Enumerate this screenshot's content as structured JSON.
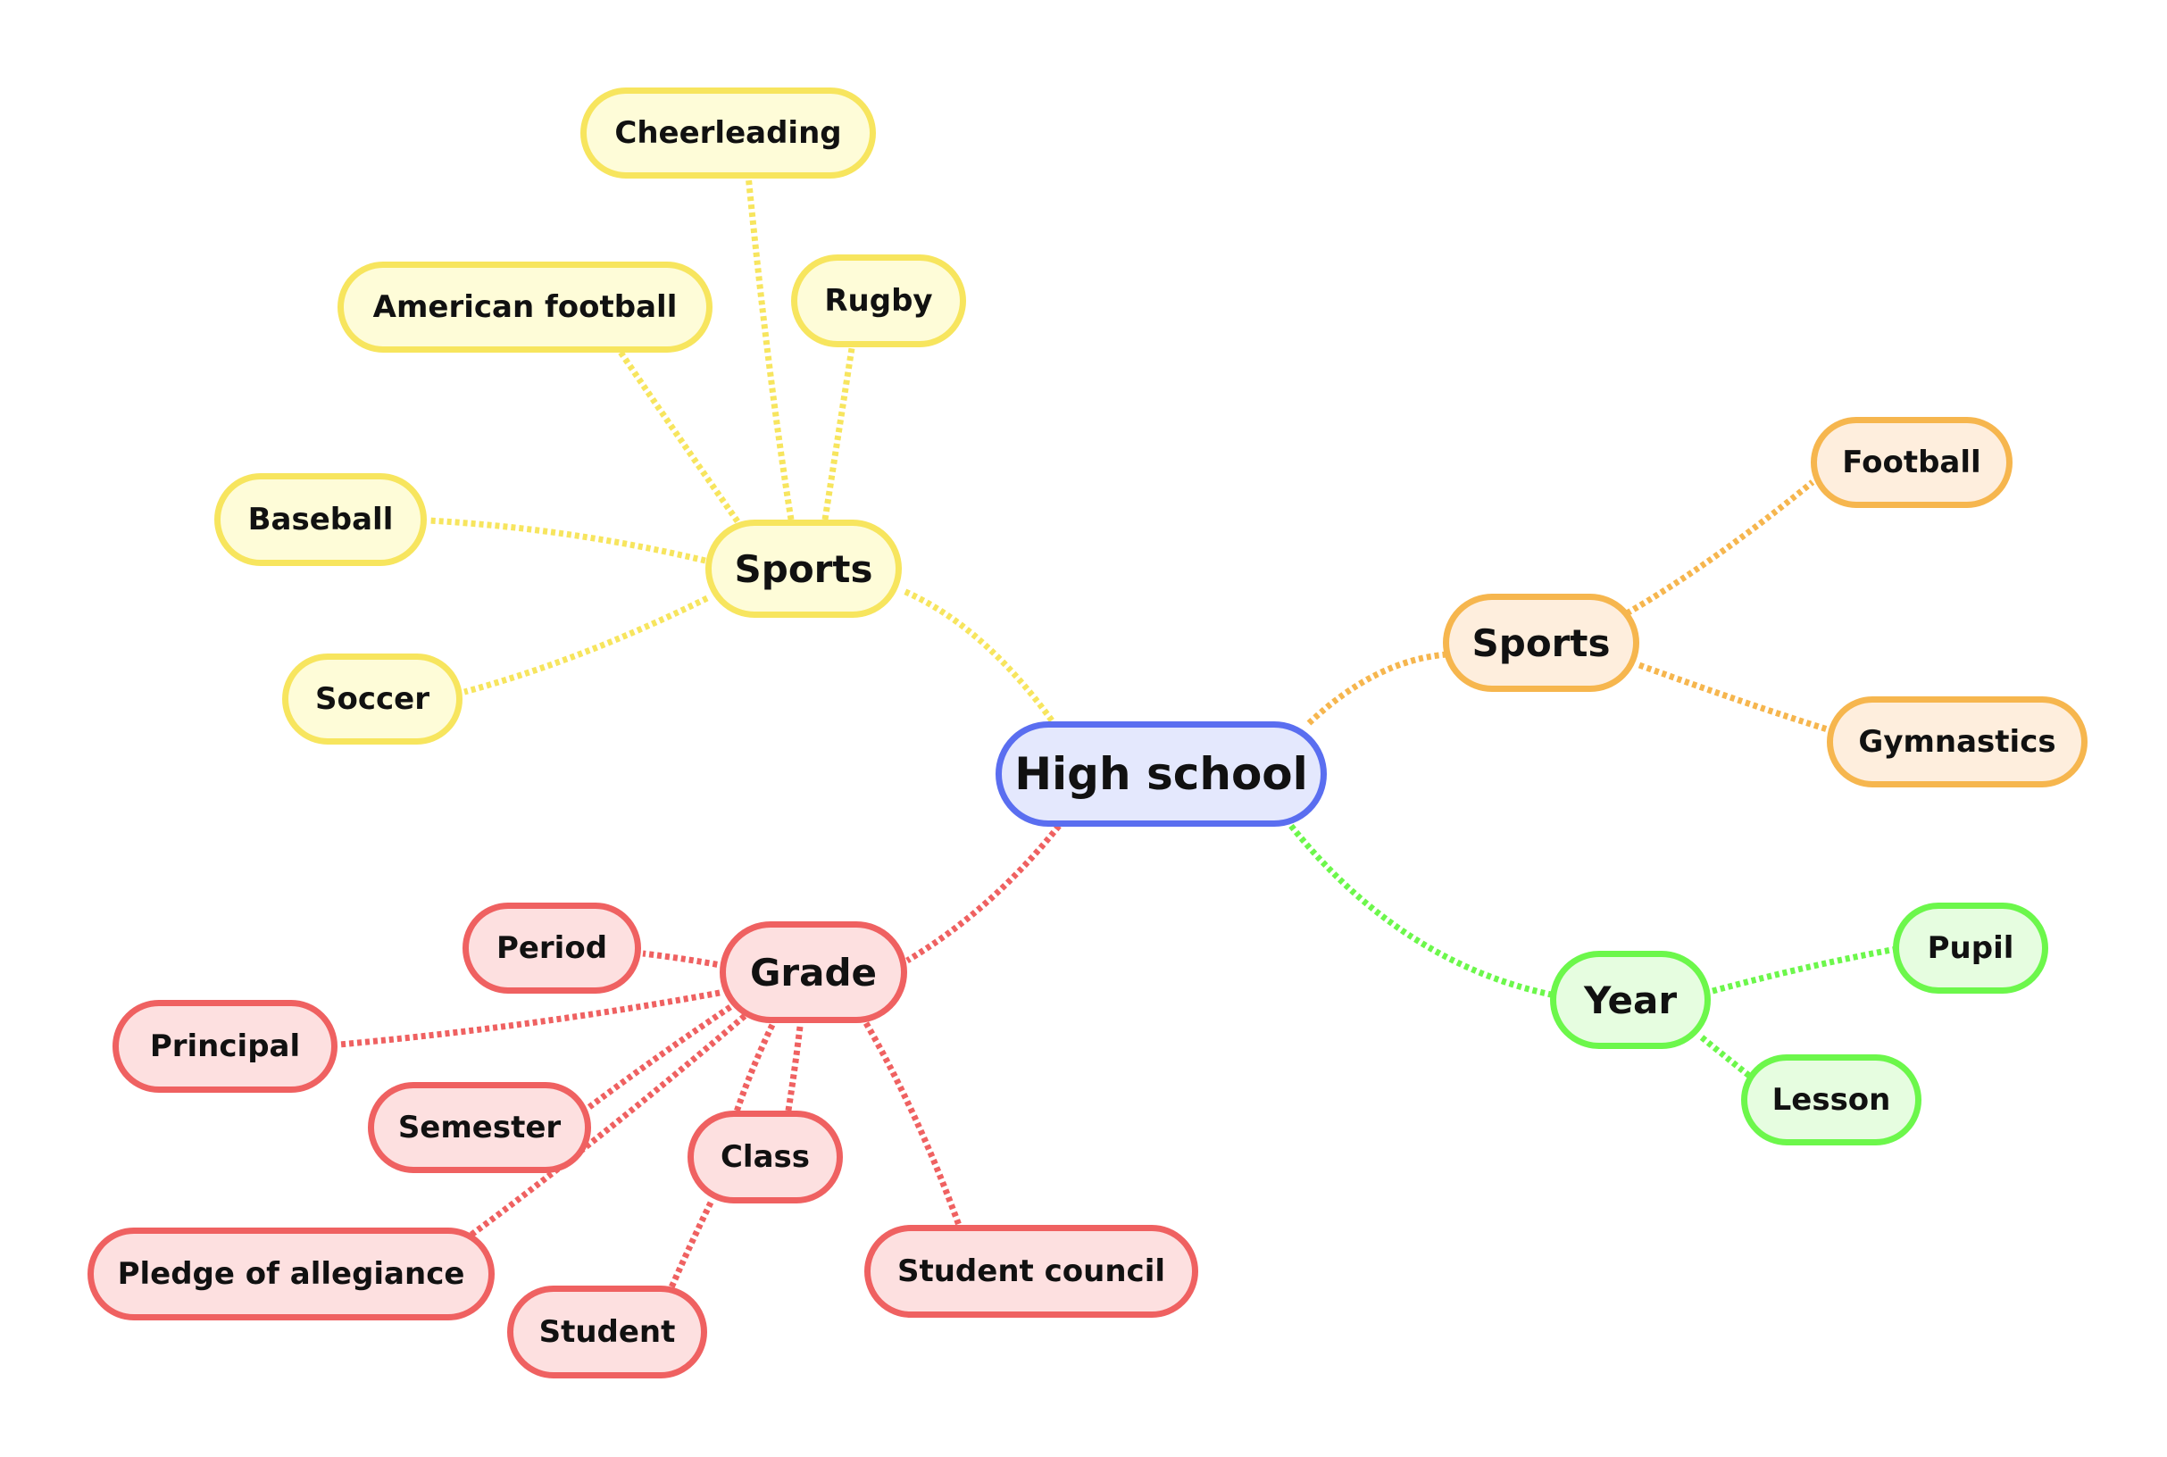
{
  "colors": {
    "root": {
      "stroke": "#5a6ef0",
      "fill": "#e4e8fd"
    },
    "yellow": {
      "stroke": "#f7e55e",
      "fill": "#fefcd8"
    },
    "orange": {
      "stroke": "#f6b64e",
      "fill": "#feeedd"
    },
    "green": {
      "stroke": "#6cf74b",
      "fill": "#e6fde0"
    },
    "red": {
      "stroke": "#ef6161",
      "fill": "#fde0e0"
    }
  },
  "nodes": {
    "root": {
      "label": "High school",
      "color": "root"
    },
    "sports_yellow": {
      "label": "Sports",
      "color": "yellow"
    },
    "cheerleading": {
      "label": "Cheerleading",
      "color": "yellow"
    },
    "american_football": {
      "label": "American football",
      "color": "yellow"
    },
    "rugby": {
      "label": "Rugby",
      "color": "yellow"
    },
    "baseball": {
      "label": "Baseball",
      "color": "yellow"
    },
    "soccer": {
      "label": "Soccer",
      "color": "yellow"
    },
    "sports_orange": {
      "label": "Sports",
      "color": "orange"
    },
    "football": {
      "label": "Football",
      "color": "orange"
    },
    "gymnastics": {
      "label": "Gymnastics",
      "color": "orange"
    },
    "year": {
      "label": "Year",
      "color": "green"
    },
    "pupil": {
      "label": "Pupil",
      "color": "green"
    },
    "lesson": {
      "label": "Lesson",
      "color": "green"
    },
    "grade": {
      "label": "Grade",
      "color": "red"
    },
    "period": {
      "label": "Period",
      "color": "red"
    },
    "principal": {
      "label": "Principal",
      "color": "red"
    },
    "semester": {
      "label": "Semester",
      "color": "red"
    },
    "class": {
      "label": "Class",
      "color": "red"
    },
    "pledge_of_allegiance": {
      "label": "Pledge of allegiance",
      "color": "red"
    },
    "student": {
      "label": "Student",
      "color": "red"
    },
    "student_council": {
      "label": "Student council",
      "color": "red"
    }
  },
  "edges": [
    {
      "from": "root",
      "to": "sports_yellow",
      "color": "yellow"
    },
    {
      "from": "sports_yellow",
      "to": "cheerleading",
      "color": "yellow"
    },
    {
      "from": "sports_yellow",
      "to": "american_football",
      "color": "yellow"
    },
    {
      "from": "sports_yellow",
      "to": "rugby",
      "color": "yellow"
    },
    {
      "from": "sports_yellow",
      "to": "baseball",
      "color": "yellow"
    },
    {
      "from": "sports_yellow",
      "to": "soccer",
      "color": "yellow"
    },
    {
      "from": "root",
      "to": "sports_orange",
      "color": "orange"
    },
    {
      "from": "sports_orange",
      "to": "football",
      "color": "orange"
    },
    {
      "from": "sports_orange",
      "to": "gymnastics",
      "color": "orange"
    },
    {
      "from": "root",
      "to": "year",
      "color": "green"
    },
    {
      "from": "year",
      "to": "pupil",
      "color": "green"
    },
    {
      "from": "year",
      "to": "lesson",
      "color": "green"
    },
    {
      "from": "root",
      "to": "grade",
      "color": "red"
    },
    {
      "from": "grade",
      "to": "period",
      "color": "red"
    },
    {
      "from": "grade",
      "to": "principal",
      "color": "red"
    },
    {
      "from": "grade",
      "to": "semester",
      "color": "red"
    },
    {
      "from": "grade",
      "to": "class",
      "color": "red"
    },
    {
      "from": "grade",
      "to": "pledge_of_allegiance",
      "color": "red"
    },
    {
      "from": "grade",
      "to": "student_council",
      "color": "red"
    },
    {
      "from": "class",
      "to": "student",
      "color": "red"
    }
  ]
}
